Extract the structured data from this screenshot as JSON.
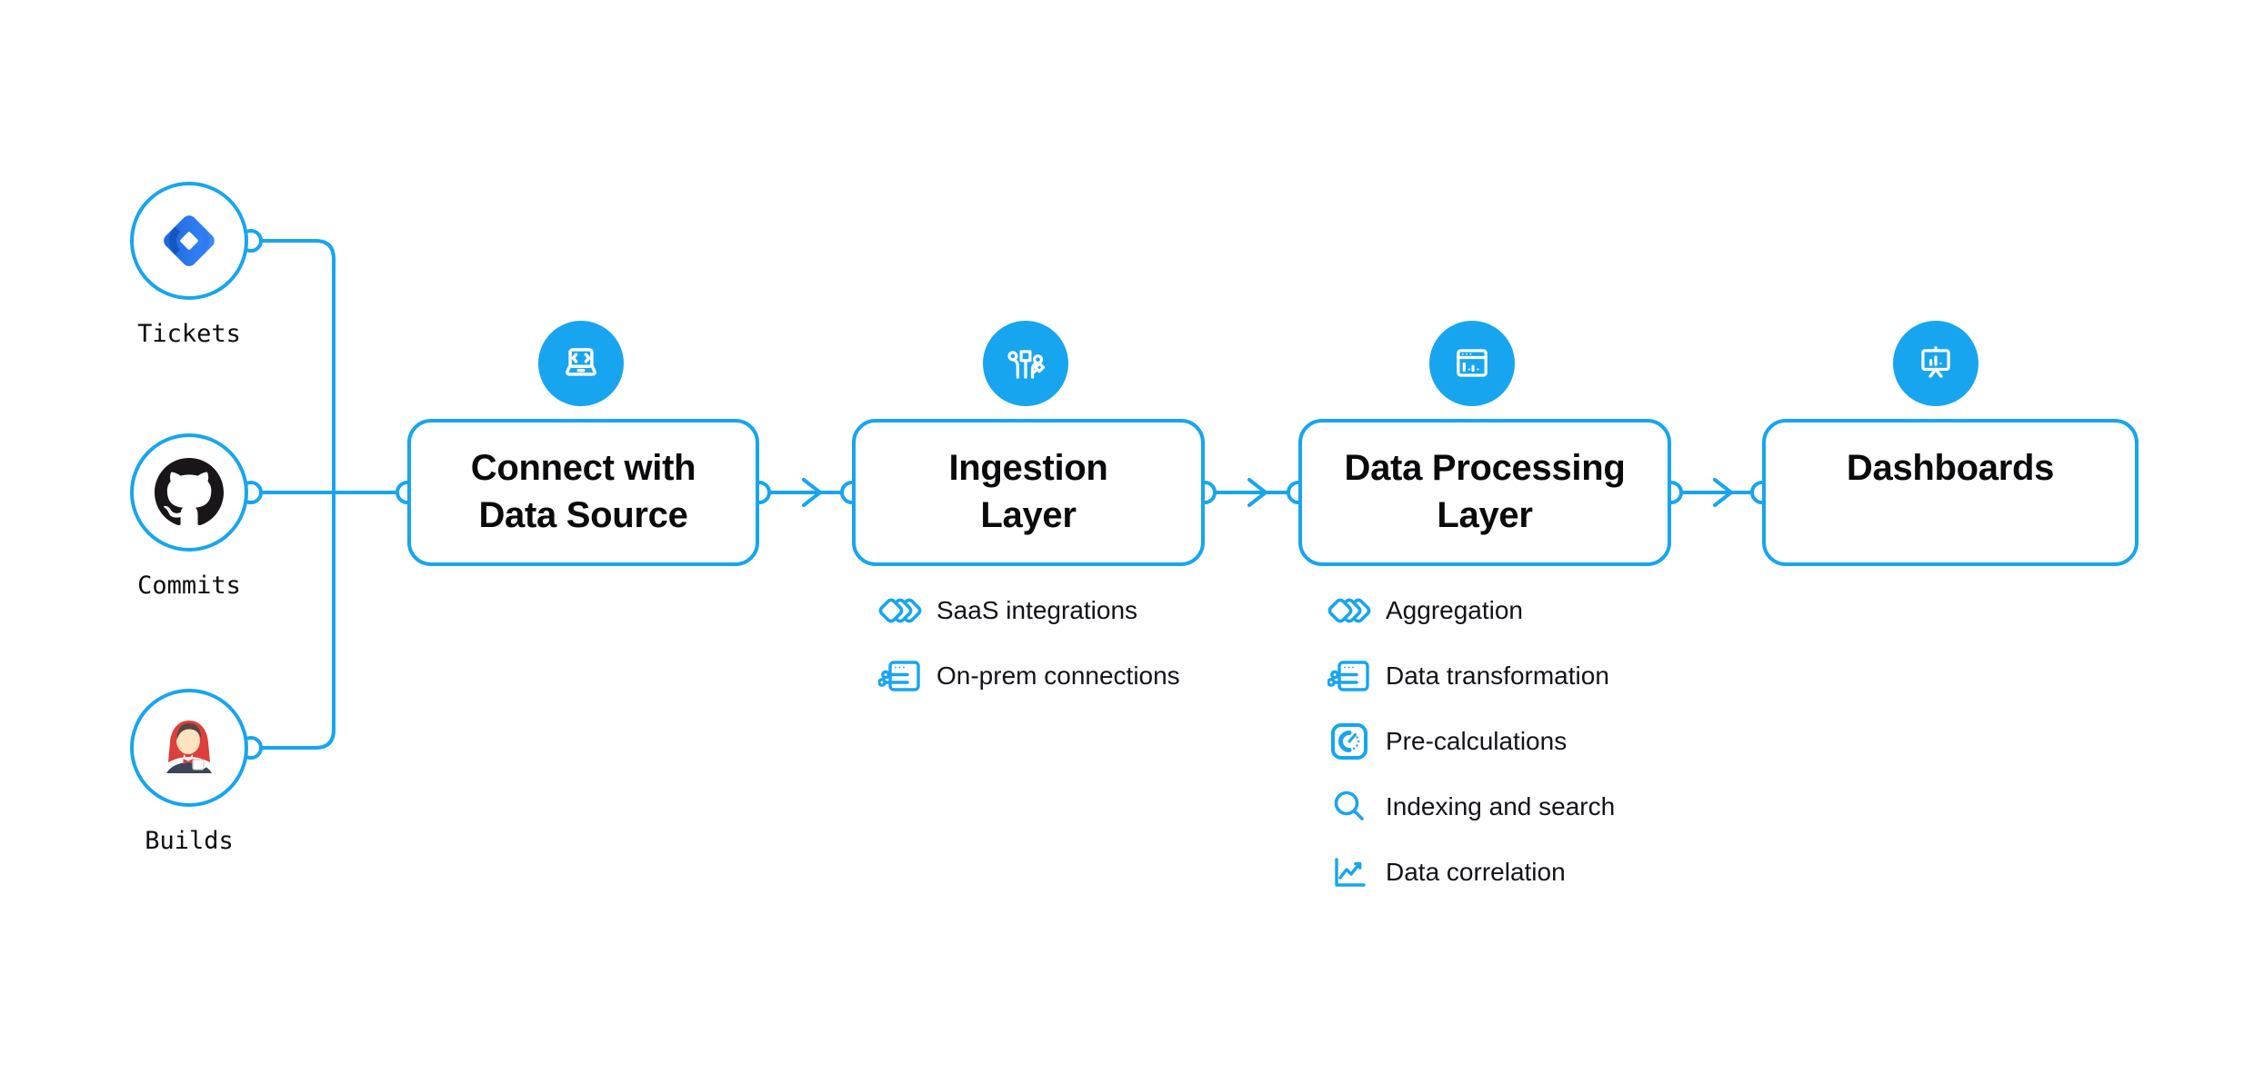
{
  "colors": {
    "accent": "#17a5f0",
    "text": "#0a0a0c"
  },
  "sources": [
    {
      "label": "Tickets",
      "icon": "jira-icon"
    },
    {
      "label": "Commits",
      "icon": "github-icon"
    },
    {
      "label": "Builds",
      "icon": "jenkins-icon"
    }
  ],
  "pipeline": [
    {
      "title_line1": "Connect with",
      "title_line2": "Data Source",
      "icon": "laptop-code-icon",
      "items": []
    },
    {
      "title_line1": "Ingestion",
      "title_line2": "Layer",
      "icon": "circuit-icon",
      "items": [
        {
          "label": "SaaS integrations",
          "icon": "diamonds-icon"
        },
        {
          "label": "On-prem connections",
          "icon": "window-sliders-icon"
        }
      ]
    },
    {
      "title_line1": "Data Processing",
      "title_line2": "Layer",
      "icon": "window-chart-icon",
      "items": [
        {
          "label": "Aggregation",
          "icon": "diamonds-icon"
        },
        {
          "label": "Data transformation",
          "icon": "window-sliders-icon"
        },
        {
          "label": "Pre-calculations",
          "icon": "gauge-icon"
        },
        {
          "label": "Indexing and search",
          "icon": "search-icon"
        },
        {
          "label": "Data correlation",
          "icon": "line-chart-icon"
        }
      ]
    },
    {
      "title_line1": "Dashboards",
      "title_line2": "",
      "icon": "presentation-chart-icon",
      "items": []
    }
  ]
}
